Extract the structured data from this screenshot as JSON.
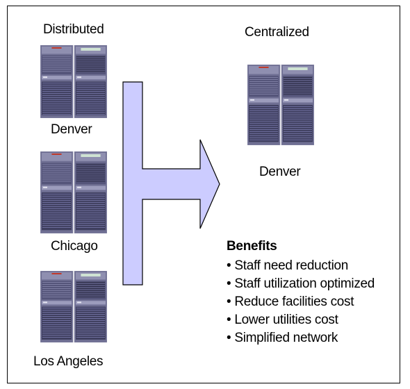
{
  "distributed": {
    "heading": "Distributed",
    "sites": [
      "Denver",
      "Chicago",
      "Los Angeles"
    ]
  },
  "centralized": {
    "heading": "Centralized",
    "site": "Denver"
  },
  "benefits": {
    "title": "Benefits",
    "items": [
      "Staff need reduction",
      "Staff utilization optimized",
      "Reduce facilities cost",
      "Lower utilities cost",
      "Simplified network"
    ]
  },
  "colors": {
    "arrow_fill": "#ccccff",
    "arrow_stroke": "#000000",
    "server_body": "#6f6f93",
    "server_dark": "#3f3f5f"
  }
}
